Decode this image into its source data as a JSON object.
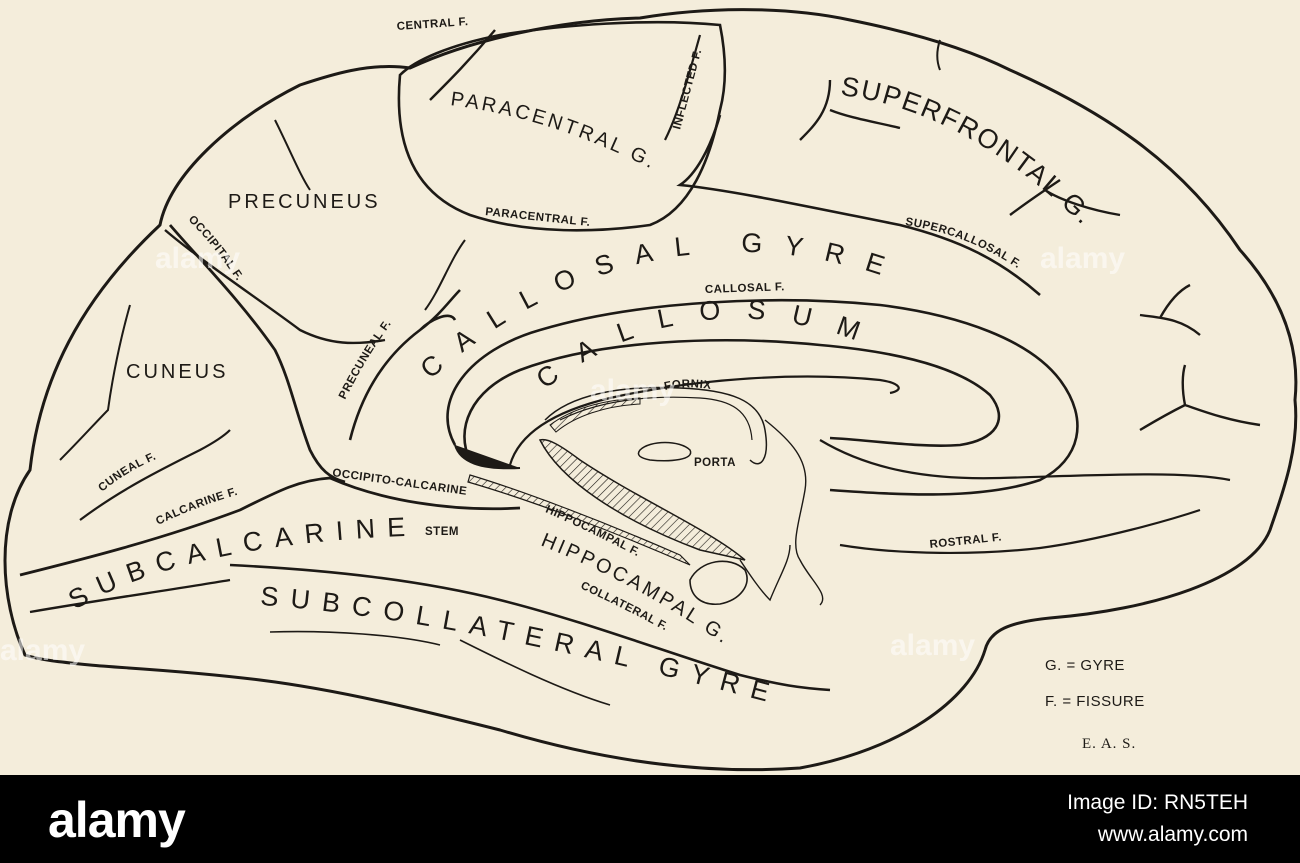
{
  "labels": {
    "central_f": "CENTRAL F.",
    "inflected_f": "INFLECTED F.",
    "paracentral_g": "PARACENTRAL G.",
    "paracentral_f": "PARACENTRAL F.",
    "precuneus": "PRECUNEUS",
    "superfrontal_g": "SUPERFRONTAL G.",
    "supercallosal_f": "SUPERCALLOSAL F.",
    "occipital_f": "OCCIPITAL F.",
    "callosal_gyre": "CALLOSAL GYRE",
    "callosal_f": "CALLOSAL F.",
    "precuneal_f": "PRECUNEAL F.",
    "callosum": "CALLOSUM",
    "cuneus": "CUNEUS",
    "fornix": "FORNIX",
    "porta": "PORTA",
    "cuneal_f": "CUNEAL F.",
    "calcarine_f": "CALCARINE F.",
    "occipito_calcarine": "OCCIPITO-CALCARINE",
    "stem": "STEM",
    "subcalcarine_g": "SUBCALCARINE G.",
    "hippocampal_f": "HIPPOCAMPAL F.",
    "hippocampal_g": "HIPPOCAMPAL G.",
    "collateral_f": "COLLATERAL F.",
    "rostral_f": "ROSTRAL F.",
    "subcollateral_gyre": "SUBCOLLATERAL GYRE"
  },
  "key": {
    "gyre": "G. = GYRE",
    "fissure": "F. = FISSURE"
  },
  "initials": "E. A. S.",
  "watermark": "alamy",
  "footer": {
    "logo": "alamy",
    "image_id": "Image ID: RN5TEH",
    "url": "www.alamy.com"
  }
}
